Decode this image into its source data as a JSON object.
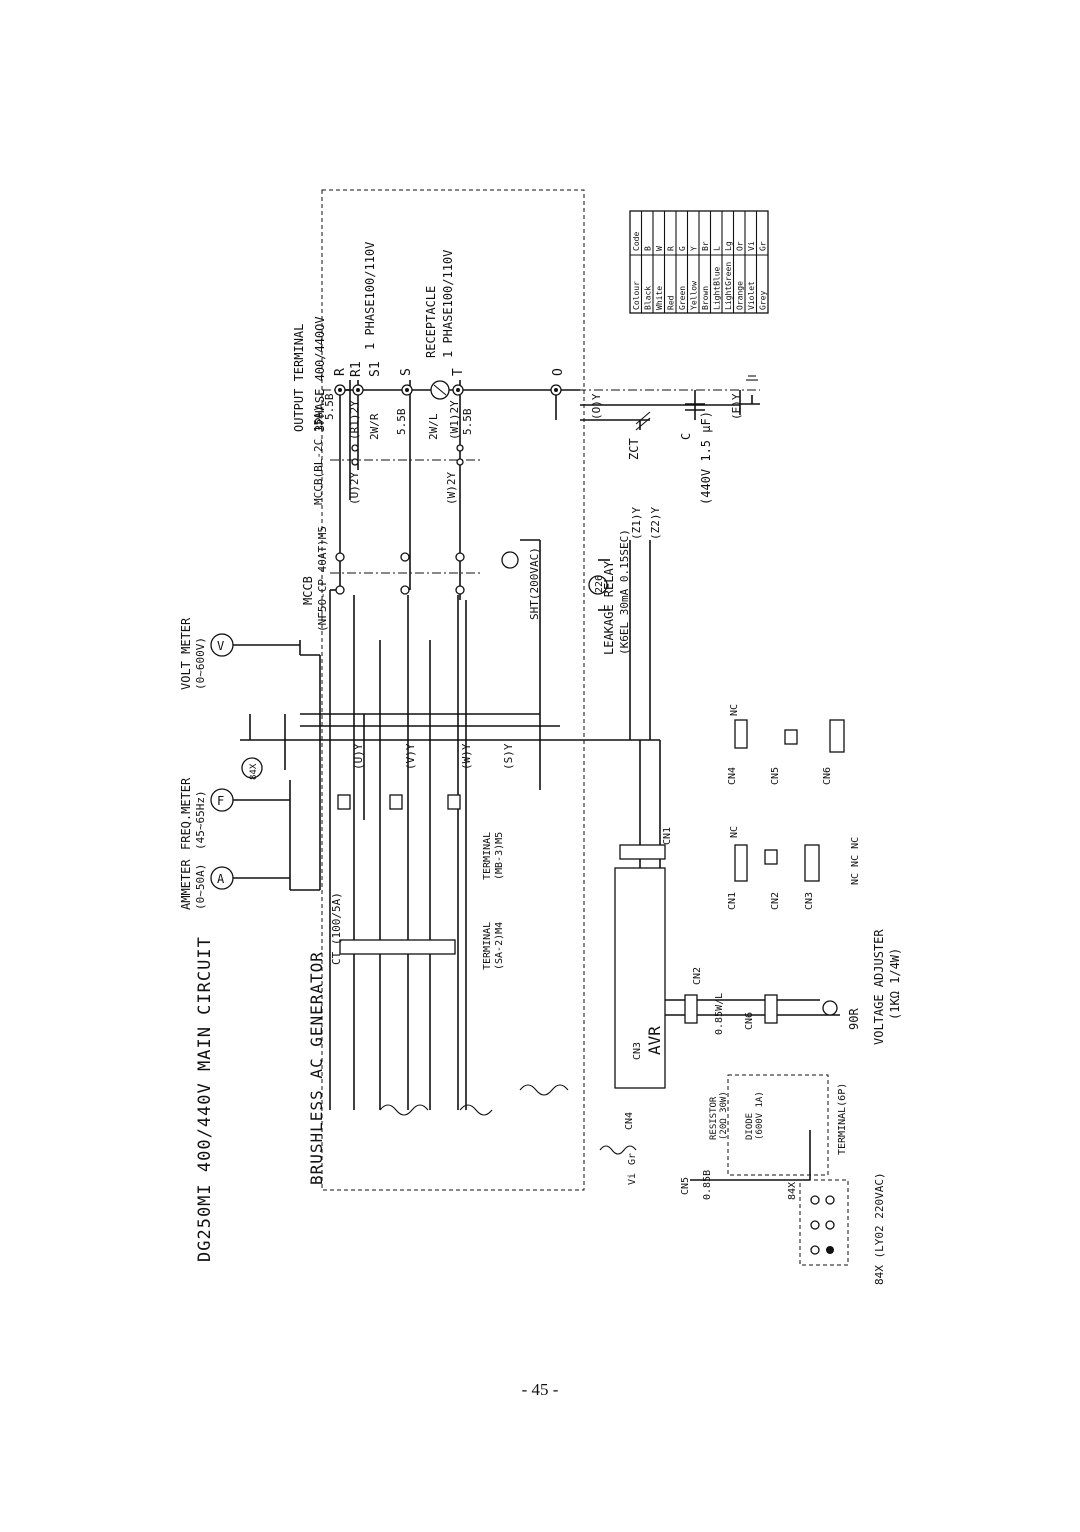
{
  "diagram": {
    "title": "DG250MI 400/440V MAIN CIRCUIT",
    "generator": "BRUSHLESS AC GENERATOR",
    "output_terminal": {
      "title": "OUTPUT TERMINAL",
      "spec": "3PHASE 400/440OV",
      "terminals": [
        "R",
        "R1",
        "S1",
        "S",
        "T",
        "O"
      ],
      "single_phase_label": "1 PHASE100/110V"
    },
    "receptacle": {
      "title": "RECEPTACLE",
      "spec": "1 PHASE100/110V"
    },
    "mccb_small": {
      "title": "MCCB(BL-2C 15A)",
      "wire": "5.5B"
    },
    "mccb_main": {
      "title": "MCCB",
      "spec": "(NF50-CP 40AT)M5"
    },
    "volt_meter": {
      "title": "VOLT METER",
      "range": "(0~600V)",
      "symbol": "V"
    },
    "freq_meter": {
      "title": "FREQ.METER",
      "range": "(45~65Hz)",
      "symbol": "F"
    },
    "ammeter": {
      "title": "AMMETER",
      "range": "(0~50A)",
      "symbol": "A"
    },
    "ct": "CT (100/5A)",
    "terminal_mb": {
      "title": "TERMINAL",
      "spec": "(MB-3)M5"
    },
    "terminal_sa": {
      "title": "TERMINAL",
      "spec": "(SA-2)M4"
    },
    "terminal_6p": "TERMINAL(6P)",
    "leakage_relay": {
      "title": "LEAKAGE RELAY",
      "spec": "(K6EL 30mA 0.15SEC)",
      "ref": "226"
    },
    "sht": "SHT(200VAC)",
    "zct": "ZCT",
    "capacitor": {
      "title": "C",
      "spec": "(440V 1.5 μF)"
    },
    "avr": "AVR",
    "resistor": {
      "title": "RESISTOR",
      "spec": "(20Ω 30W)"
    },
    "diode": {
      "title": "DIODE",
      "spec": "(600V 1A)"
    },
    "voltage_adjuster": {
      "title": "VOLTAGE ADJUSTER",
      "spec": "(1KΩ 1/4W)",
      "ref": "90R"
    },
    "relay_84x": {
      "title": "84X (LY02 220VAC)",
      "ref": "84X"
    },
    "wire_labels": {
      "u": "(U)Y",
      "v": "(V)Y",
      "w": "(W)Y",
      "s": "(S)Y",
      "u1": "(U)2Y",
      "w1": "(W)2Y",
      "r1": "(R1)2Y",
      "w1b": "(W1)2Y",
      "sw": "2W/R",
      "wl": "2W/L",
      "b55": "5.5B",
      "o": "(O)Y",
      "e": "(E)Y",
      "z1": "(Z1)Y",
      "z2": "(Z2)Y",
      "cn2": "0.85W/L",
      "gr": "Gr",
      "vi": "Vi",
      "b085": "0.85B"
    },
    "connectors": [
      "CN1",
      "CN2",
      "CN3",
      "CN4",
      "CN5",
      "CN6"
    ],
    "contact_nc": "NC",
    "contact_nc3": "NC NC NC"
  },
  "color_code_table": {
    "headers": [
      "Colour",
      "Code"
    ],
    "rows": [
      [
        "Black",
        "B"
      ],
      [
        "White",
        "W"
      ],
      [
        "Red",
        "R"
      ],
      [
        "Green",
        "G"
      ],
      [
        "Yellow",
        "Y"
      ],
      [
        "Brown",
        "Br"
      ],
      [
        "LightBlue",
        "L"
      ],
      [
        "LightGreen",
        "Lg"
      ],
      [
        "Orange",
        "Or"
      ],
      [
        "Violet",
        "Vi"
      ],
      [
        "Grey",
        "Gr"
      ]
    ]
  },
  "page_number": "- 45 -"
}
